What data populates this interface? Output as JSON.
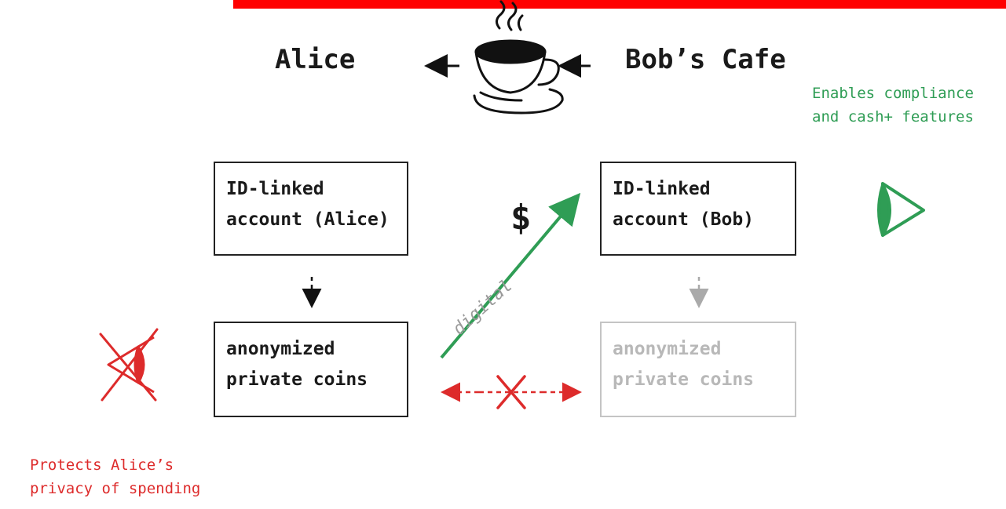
{
  "parties": {
    "alice": "Alice",
    "bob": "Bob’s Cafe"
  },
  "boxes": {
    "alice_account": [
      "ID-linked",
      "account (Alice)"
    ],
    "alice_coins": [
      "anonymized",
      "private coins"
    ],
    "bob_account": [
      "ID-linked",
      "account (Bob)"
    ],
    "bob_coins": [
      "anonymized",
      "private coins"
    ]
  },
  "transfer": {
    "symbol": "$",
    "label": "digital"
  },
  "notes": {
    "green": [
      "Enables compliance",
      "and cash+ features"
    ],
    "red": [
      "Protects Alice’s",
      "privacy of spending"
    ]
  },
  "icons": {
    "cup": "coffee-cup-icon",
    "eye_open": "eye-icon",
    "eye_crossed": "crossed-eye-icon"
  },
  "colors": {
    "top_bar": "#ff0000",
    "green": "#2f9d55",
    "red": "#dd2b2b",
    "faded": "#c4c4c4"
  }
}
